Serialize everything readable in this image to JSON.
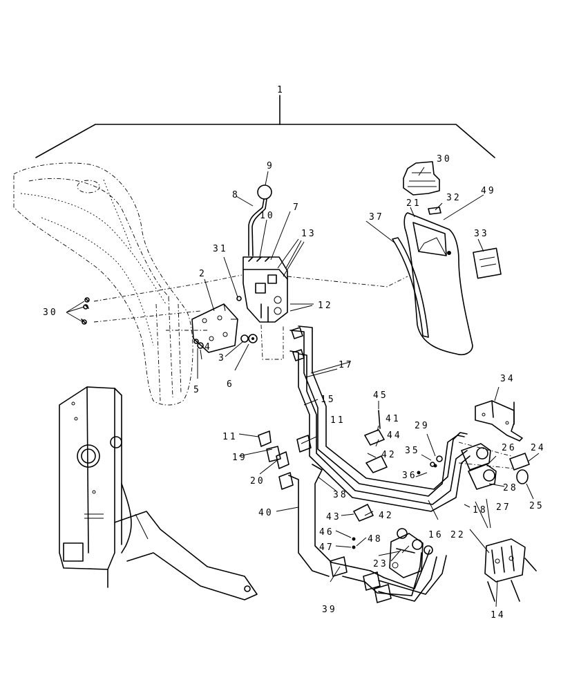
{
  "callouts": {
    "c1": "1",
    "c2": "2",
    "c3": "3",
    "c4": "4",
    "c5": "5",
    "c6": "6",
    "c7": "7",
    "c8": "8",
    "c9": "9",
    "c10": "10",
    "c11a": "11",
    "c11b": "11",
    "c12": "12",
    "c13": "13",
    "c14": "14",
    "c15": "15",
    "c16": "16",
    "c17": "17",
    "c18": "18",
    "c19": "19",
    "c20": "20",
    "c21": "21",
    "c22": "22",
    "c23": "23",
    "c24": "24",
    "c25": "25",
    "c26": "26",
    "c27": "27",
    "c28": "28",
    "c29": "29",
    "c30a": "30",
    "c30b": "30",
    "c31": "31",
    "c32": "32",
    "c33": "33",
    "c34": "34",
    "c35": "35",
    "c36": "36",
    "c37": "37",
    "c38": "38",
    "c39": "39",
    "c40": "40",
    "c41": "41",
    "c42a": "42",
    "c42b": "42",
    "c43": "43",
    "c44": "44",
    "c45": "45",
    "c46": "46",
    "c47": "47",
    "c48": "48",
    "c49": "49"
  },
  "colors": {
    "ink": "#000000",
    "paper": "#ffffff"
  }
}
